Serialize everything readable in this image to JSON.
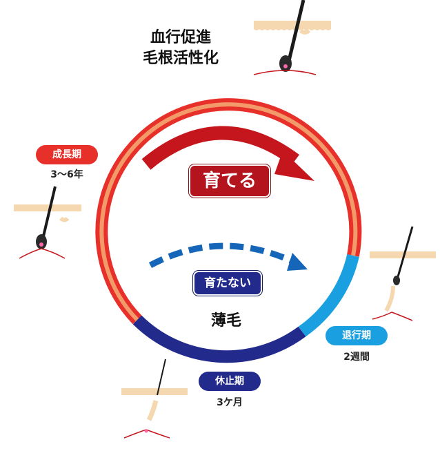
{
  "headline": {
    "line1": "血行促進",
    "line2": "毛根活性化"
  },
  "phases": {
    "growth": {
      "label": "成長期",
      "duration": "3～6年",
      "color": "#e8302a"
    },
    "regression": {
      "label": "退行期",
      "duration": "2週間",
      "color": "#1aa0e0"
    },
    "resting": {
      "label": "休止期",
      "duration": "3ケ月",
      "color": "#222a8c"
    }
  },
  "center": {
    "grow_label": "育てる",
    "not_grow_label": "育たない",
    "thin_hair_label": "薄毛"
  },
  "colors": {
    "ring_red": "#e8302a",
    "ring_inner": "#f39a6a",
    "ring_blue": "#1aa0e0",
    "ring_navy": "#222a8c",
    "arrow_red": "#c4161c",
    "arrow_blue": "#1565b8",
    "skin": "#f5d7b0"
  }
}
